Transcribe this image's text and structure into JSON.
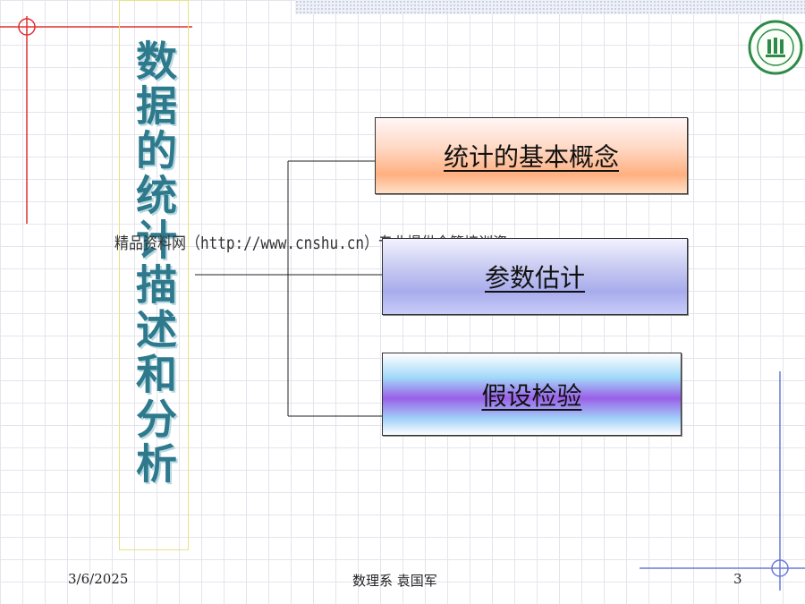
{
  "slide": {
    "title": "数据的统计描述和分析",
    "watermark": "精品资料网（http://www.cnshu.cn）专业提供企管培训资料",
    "boxes": [
      {
        "label": "统计的基本概念"
      },
      {
        "label": "参数估计"
      },
      {
        "label": "假设检验"
      }
    ]
  },
  "footer": {
    "date": "3/6/2025",
    "author": "数理系 袁国军",
    "page": "3"
  },
  "colors": {
    "title": "#2e7a8c",
    "deco_red": "#e03030",
    "deco_blue": "#6a7ad8"
  },
  "icons": {
    "logo": "university-seal-icon"
  }
}
